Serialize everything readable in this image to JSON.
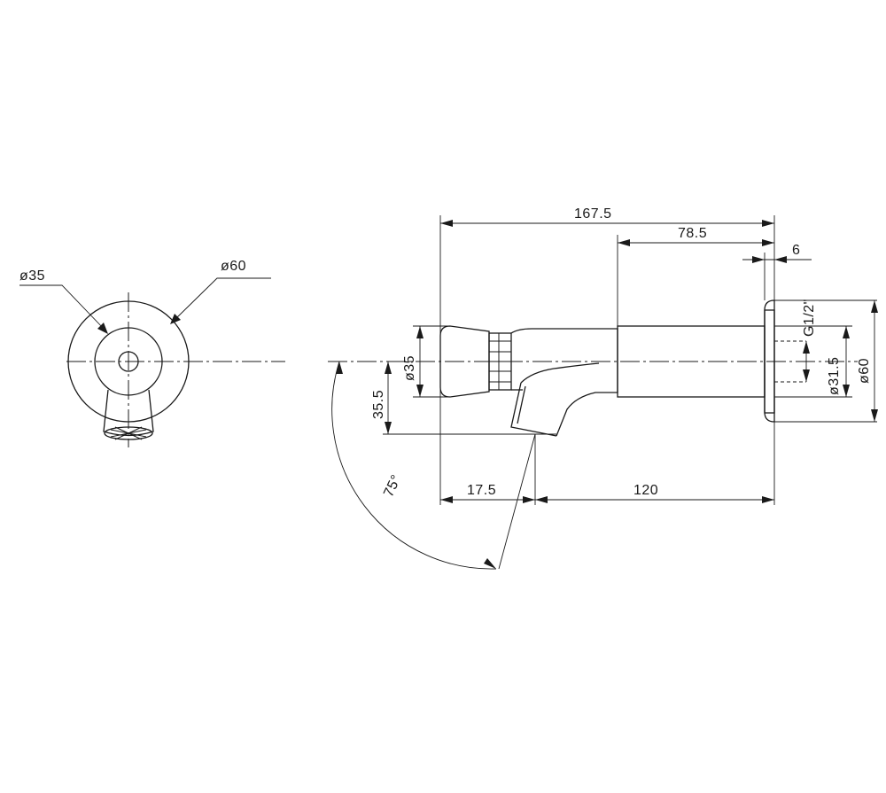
{
  "front_view": {
    "dia_inner": "ø35",
    "dia_outer": "ø60"
  },
  "side_view": {
    "overall_length": "167.5",
    "body_length": "78.5",
    "flange_thickness": "6",
    "thread": "G1/2\"",
    "dia_stem": "ø31.5",
    "dia_flange": "ø60",
    "dia_button": "ø35",
    "spout_drop": "35.5",
    "spout_offset": "17.5",
    "spout_to_wall": "120",
    "angle": "75°"
  }
}
